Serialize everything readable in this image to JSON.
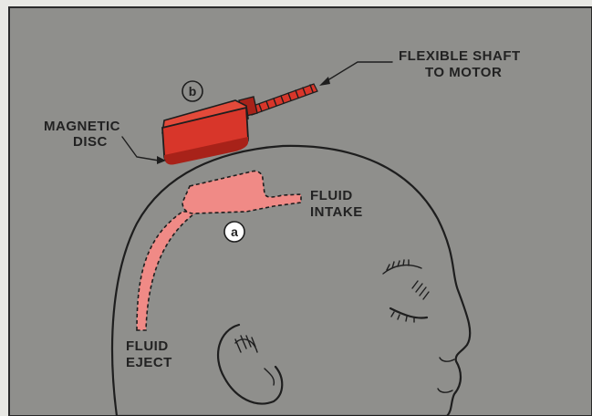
{
  "labels": {
    "flexible_shaft_line1": "FLEXIBLE SHAFT",
    "flexible_shaft_line2": "TO MOTOR",
    "magnetic_line1": "MAGNETIC",
    "magnetic_line2": "DISC",
    "fluid_intake_line1": "FLUID",
    "fluid_intake_line2": "INTAKE",
    "fluid_eject_line1": "FLUID",
    "fluid_eject_line2": "EJECT",
    "circle_a": "a",
    "circle_b": "b"
  },
  "colors": {
    "background": "#8f8f8c",
    "frame": "#e8e8e4",
    "head": "#ffffff",
    "device_red": "#d8362a",
    "device_dark": "#a82219",
    "implant_pink": "#f08a86"
  }
}
